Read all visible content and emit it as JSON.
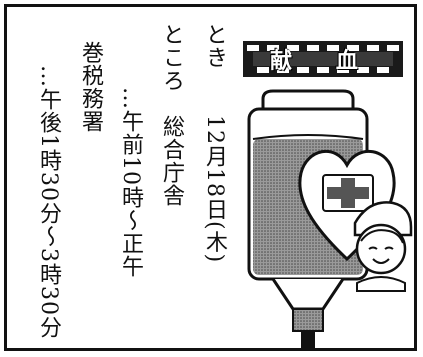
{
  "poster": {
    "title": "献 血",
    "date_label": "とき",
    "date_value": "12月18日(木)",
    "place_label": "ところ",
    "place_value": "総合庁舎",
    "time1": "…午前10時〜正午",
    "place2": "巻税務署",
    "time2": "…午後1時30分〜3時30分",
    "colors": {
      "ink": "#111111",
      "blood": "#6e6e6e",
      "background": "#ffffff"
    },
    "icons": [
      "blood-bag-icon",
      "heart-icon",
      "red-cross-icon",
      "nurse-icon"
    ]
  }
}
